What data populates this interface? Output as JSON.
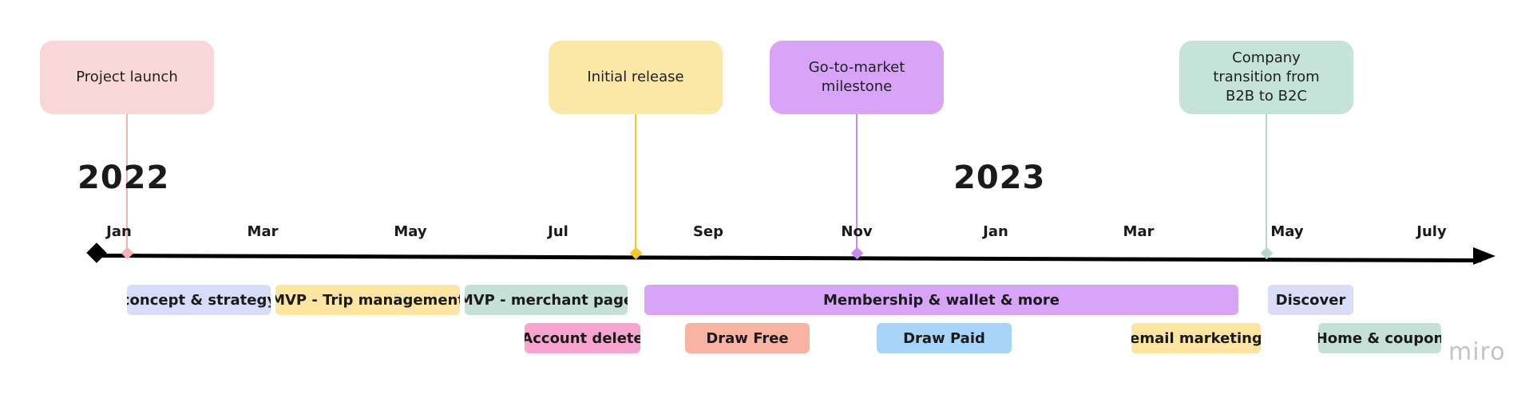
{
  "milestones": [
    {
      "label": "Project launch",
      "color": "#f9d7d9",
      "line_color": "#f2b3b8"
    },
    {
      "label": "Initial release",
      "color": "#fbe8a6",
      "line_color": "#f6c925"
    },
    {
      "label": "Go-to-market milestone",
      "color": "#d8a4f8",
      "line_color": "#c88af2"
    },
    {
      "label": "Company transition from B2B to B2C",
      "color": "#c5e3d8",
      "line_color": "#b9d6cc"
    }
  ],
  "years": [
    "2022",
    "2023"
  ],
  "months": [
    "Jan",
    "Mar",
    "May",
    "Jul",
    "Sep",
    "Nov",
    "Jan",
    "Mar",
    "May",
    "July"
  ],
  "phases": [
    {
      "label": "concept & strategy",
      "color": "#d9dcf8"
    },
    {
      "label": "MVP - Trip management",
      "color": "#fbe5a0"
    },
    {
      "label": "MVP - merchant page",
      "color": "#c5e0d6"
    },
    {
      "label": "Membership & wallet & more",
      "color": "#d8a4f8"
    },
    {
      "label": "Discover",
      "color": "#dadcf8"
    },
    {
      "label": "Account delete",
      "color": "#f7a5cf"
    },
    {
      "label": "Draw Free",
      "color": "#f8b3a3"
    },
    {
      "label": "Draw Paid",
      "color": "#a8d4f8"
    },
    {
      "label": "email marketing",
      "color": "#fbe5a0"
    },
    {
      "label": "Home & coupon",
      "color": "#c5e0d6"
    }
  ],
  "logo": "miro"
}
